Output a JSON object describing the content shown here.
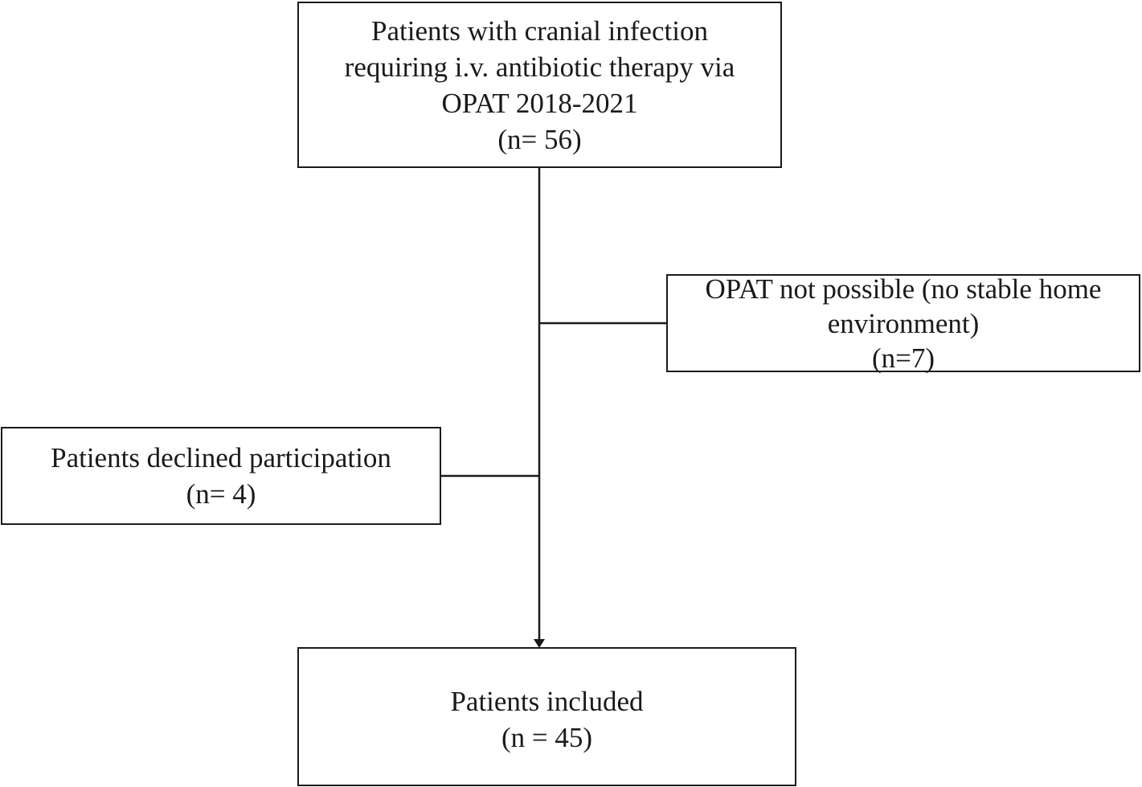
{
  "boxes": {
    "top": {
      "line1": "Patients with cranial infection",
      "line2": "requiring i.v. antibiotic therapy via",
      "line3": "OPAT 2018-2021",
      "count": "(n= 56)"
    },
    "excluded_right": {
      "line1": "OPAT not possible (no stable home",
      "line2": "environment)",
      "count": "(n=7)"
    },
    "excluded_left": {
      "line1": "Patients declined participation",
      "count": "(n= 4)"
    },
    "bottom": {
      "line1": "Patients included",
      "count": "(n = 45)"
    }
  },
  "colors": {
    "line": "#1a1a1a",
    "background": "#ffffff"
  }
}
